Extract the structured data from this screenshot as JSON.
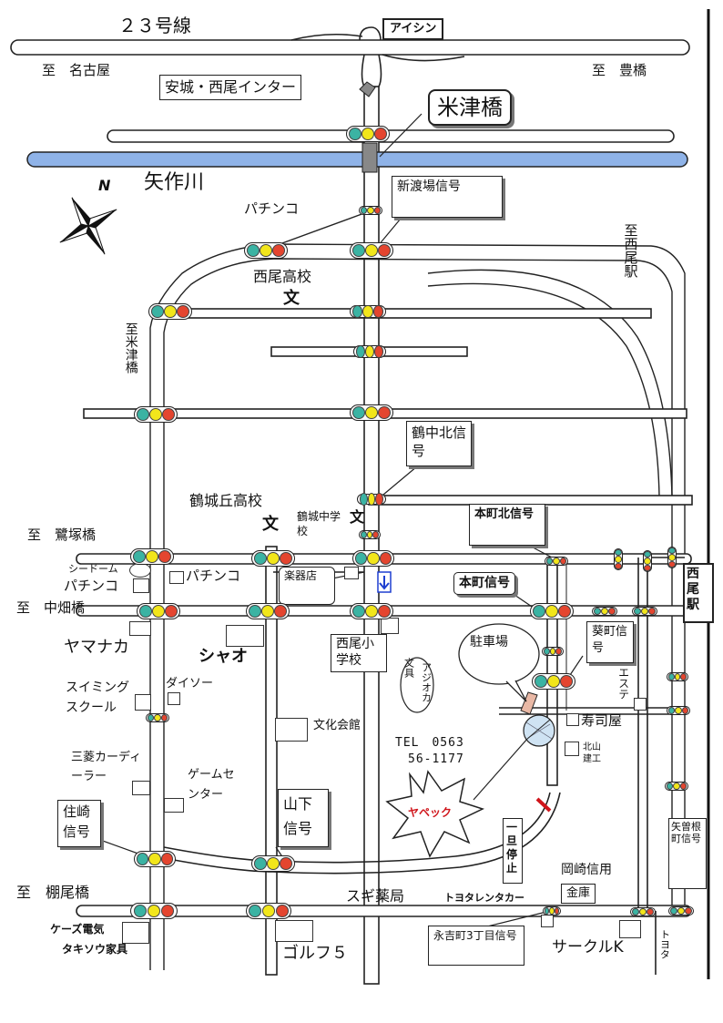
{
  "colors": {
    "river": "#8fb3e8",
    "river_border": "#222",
    "signal_green": "#3bb3a3",
    "signal_yellow": "#f2e61b",
    "signal_red": "#e4452f",
    "star": "#d0151b",
    "parking_area": "#cfe3f3",
    "blue_arrow": "#1e3fd0"
  },
  "highway": {
    "name": "２３号線",
    "to_west": "至　名古屋",
    "to_east": "至　豊橋",
    "interchange": "安城・西尾インター",
    "landmark": "アイシン"
  },
  "river": {
    "name": "矢作川",
    "bridge": "米津橋"
  },
  "north_arrow": {
    "label": "N",
    "icon": "compass-rose-icon"
  },
  "labels": {
    "pachinko_north": "パチンコ",
    "shinwatariba_signal": "新渡場信号",
    "nishio_high": "西尾高校",
    "to_yonezu": "至米津橋",
    "to_nishio_station": "至西尾駅",
    "tsurunaka_kita_signal": "鶴中北信号",
    "kakujogaoka_high": "鶴城丘高校",
    "kakujo_junior": "鶴城中学校",
    "honmachi_kita_signal": "本町北信号",
    "nishio_station": "西尾駅",
    "to_sagizuka": "至　鷺塚橋",
    "seed_dome": "シードーム",
    "pachinko_w1": "パチンコ",
    "pachinko_w2": "パチンコ",
    "music_store": "楽器店",
    "honmachi_signal": "本町信号",
    "to_nakahata": "至　中畑橋",
    "yamanaka": "ヤマナカ",
    "shao": "シャオ",
    "nishio_elementary": "西尾小学校",
    "stationery": "文具",
    "ajioka": "アジオカ",
    "parking": "駐車場",
    "aoi_signal": "葵町信号",
    "esute": "エステ",
    "swimming": "スイミングスクール",
    "daiso": "ダイソー",
    "bunka_kaikan": "文化会館",
    "sushi": "寿司屋",
    "tel": "TEL　0563\n　56-1177",
    "kitayama": "北山建工",
    "mitsubishi": "三菱カーディーラー",
    "game_center": "ゲームセンター",
    "yapec": "ヤペック",
    "sumizaki_signal": "住崎信号",
    "yamashita_signal": "山下信号",
    "stop": "一旦停止",
    "okazaki_shinyo": "岡崎信用",
    "kinko": "金庫",
    "yazone_signal": "矢曽根町信号",
    "to_tanao": "至　棚尾橋",
    "sugi": "スギ薬局",
    "toyota_rent": "トヨタレンタカー",
    "ksdenki": "ケーズ電気",
    "takisou": "タキソウ家具",
    "golf5": "ゴルフ５",
    "nagayoshi_signal": "永吉町3丁目信号",
    "circle_k": "サークルK",
    "toyota": "トヨタ"
  }
}
